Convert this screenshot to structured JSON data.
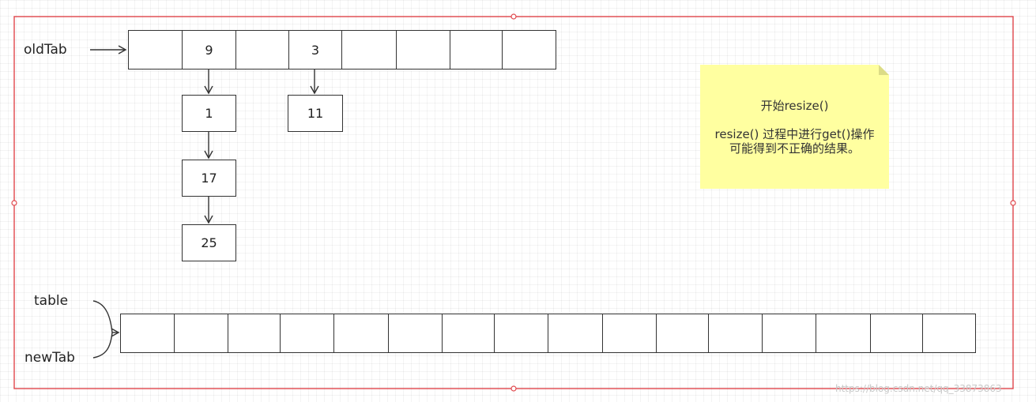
{
  "labels": {
    "old_tab": "oldTab",
    "table": "table",
    "new_tab": "newTab"
  },
  "old_tab_cells": [
    "",
    "9",
    "",
    "3",
    "",
    "",
    "",
    ""
  ],
  "chain_nodes": [
    {
      "id": "node-1",
      "value": "1"
    },
    {
      "id": "node-17",
      "value": "17"
    },
    {
      "id": "node-25",
      "value": "25"
    },
    {
      "id": "node-11",
      "value": "11"
    }
  ],
  "new_tab_cells": [
    "",
    "",
    "",
    "",
    "",
    "",
    "",
    "",
    "",
    "",
    "",
    "",
    "",
    "",
    "",
    ""
  ],
  "note": {
    "title": "开始resize()",
    "line1": "resize() 过程中进行get()操作",
    "line2": "可能得到不正确的结果。"
  },
  "watermark": "https://blog.csdn.net/qq_33873863",
  "colors": {
    "selection_border": "#e0474c",
    "note_background": "#ffffa0",
    "stroke": "#333333"
  }
}
